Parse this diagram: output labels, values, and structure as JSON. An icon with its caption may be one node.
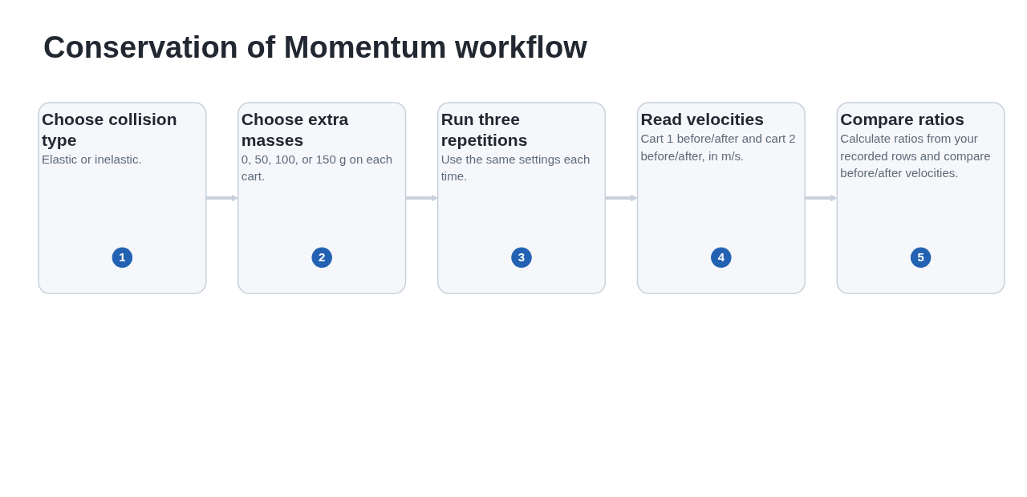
{
  "diagram": {
    "title": "Conservation of Momentum workflow",
    "nodes": [
      {
        "text": [
          "Choose collision type",
          "Elastic or inelastic."
        ]
      },
      {
        "text": [
          "1"
        ],
        "in": 0
      },
      {
        "text": [
          "Choose extra masses",
          "0, 50, 100, or 150 g on each cart."
        ]
      },
      {
        "text": [
          "2"
        ],
        "in": 2
      },
      {
        "text": [
          "Run three repetitions",
          "Use the same settings each time."
        ]
      },
      {
        "text": [
          "3"
        ],
        "in": 4
      },
      {
        "text": [
          "Read velocities",
          "Cart 1 before/after and cart 2 before/after, in m/s."
        ]
      },
      {
        "text": [
          "4"
        ],
        "in": 6
      },
      {
        "text": [
          "Compare ratios",
          "Calculate ratios from your recorded rows and compare before/after velocities."
        ]
      },
      {
        "text": [
          "5"
        ],
        "in": 8
      }
    ],
    "edges": [
      {
        "from": 0,
        "to": 2,
        "arrow": "to"
      },
      {
        "from": 2,
        "to": 4,
        "arrow": "to"
      },
      {
        "from": 4,
        "to": 6,
        "arrow": "to"
      },
      {
        "from": 6,
        "to": 8,
        "arrow": "to"
      }
    ]
  }
}
